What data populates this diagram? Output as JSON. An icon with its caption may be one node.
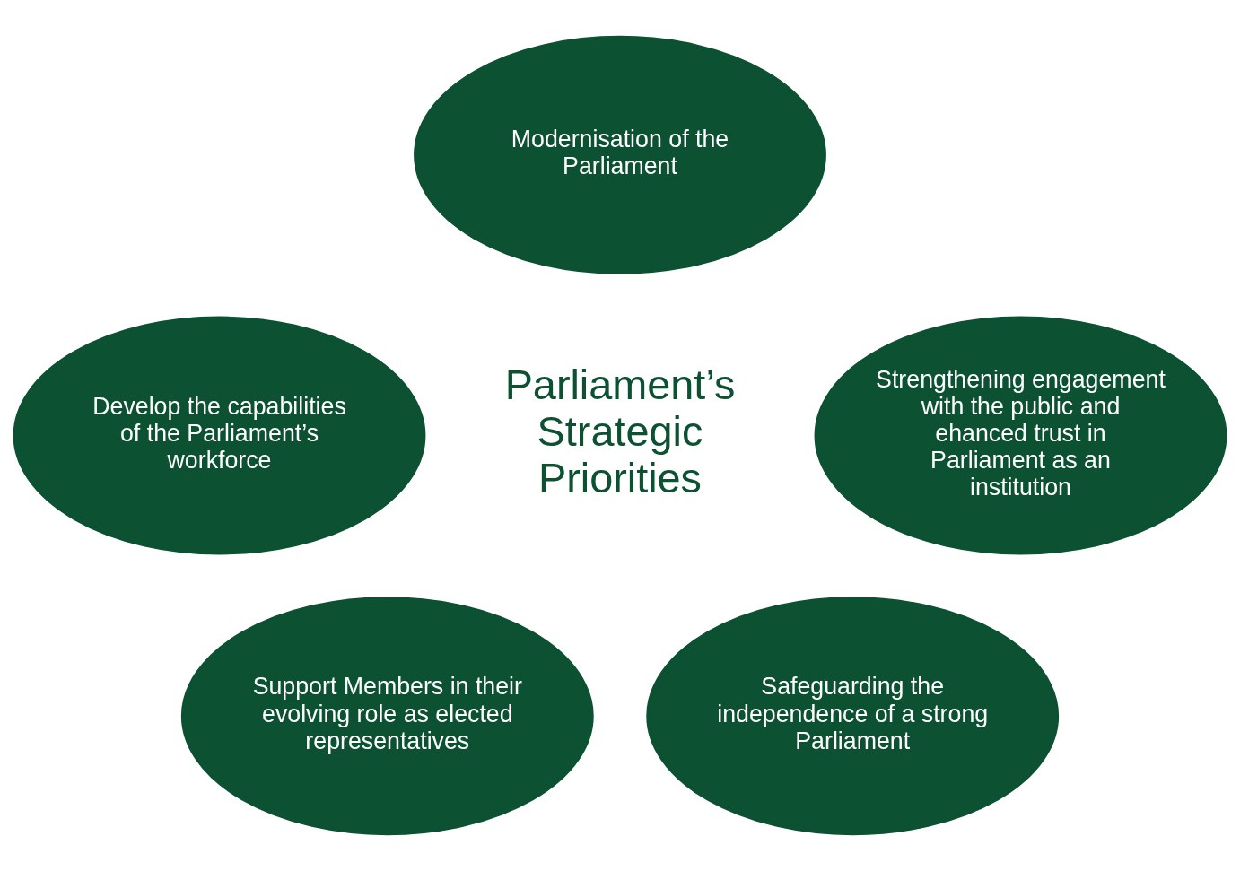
{
  "diagram": {
    "nodes": [
      {
        "text": [
          "Modernisation of the Parliament"
        ]
      },
      {
        "text": [
          "Develop the capabilities of the Parliament’s workforce"
        ]
      },
      {
        "text": [
          "Strengthening engagement with the public and ehanced trust in Parliament as an institution"
        ]
      },
      {
        "text": [
          "Support Members in their evolving role as elected representatives"
        ]
      },
      {
        "text": [
          "Safeguarding the independence of a strong Parliament"
        ]
      }
    ],
    "labels": [
      "Parliament’s Strategic Priorities"
    ]
  }
}
